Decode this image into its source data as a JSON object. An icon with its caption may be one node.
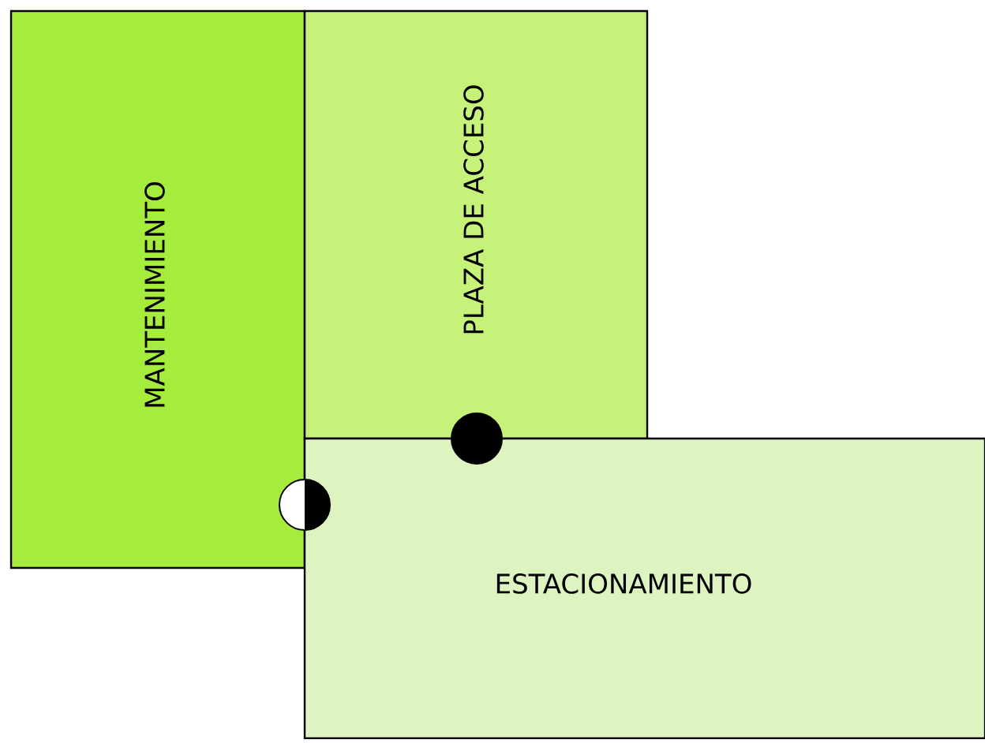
{
  "diagram": {
    "nodes": [
      {
        "text": [
          "MANTENIMIENTO"
        ]
      },
      {
        "text": [
          "PLAZA DE ACCESO"
        ]
      },
      {
        "text": [
          "ESTACIONAMIENTO"
        ]
      }
    ]
  }
}
